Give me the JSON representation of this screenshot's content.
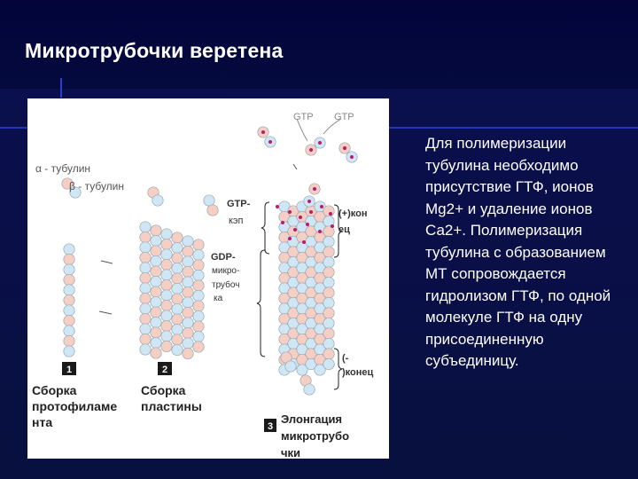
{
  "slide": {
    "title": "Микротрубочки веретена",
    "description": "Для полимеризации тубулина необходимо присутствие ГТФ, ионов Mg2+ и удаление ионов Са2+. Полимеризация тубулина с образованием МТ сопровождается гидролизом ГТФ, по одной молекуле ГТФ на одну присоединенную субъединицу."
  },
  "figure": {
    "gtp_label_1": "GTP",
    "gtp_label_2": "GTP",
    "alpha_tubulin": "α - тубулин",
    "beta_tubulin": "β - тубулин",
    "gtp_cap_1": "GTP-",
    "gtp_cap_2": "кэп",
    "gdp_1": "GDP-",
    "gdp_2": "микро-",
    "gdp_3": "трубоч",
    "gdp_4": "ка",
    "plus_end_1": "(+)кон",
    "plus_end_2": "ец",
    "minus_end_1": "(-",
    "minus_end_2": ")конец",
    "step1_number": "1",
    "step1_line1": "Сборка",
    "step1_line2": "протофиламе",
    "step1_line3": "нта",
    "step2_number": "2",
    "step2_line1": "Сборка",
    "step2_line2": "пластины",
    "step3_number": "3",
    "step3_line1": "Элонгация",
    "step3_line2": "микротрубо",
    "step3_line3": "чки"
  },
  "colors": {
    "alpha_subunit": "#f6cfc4",
    "beta_subunit": "#cfe6f5",
    "gtp_dot": "#c0186e",
    "step_badge": "#1a1a1a"
  }
}
